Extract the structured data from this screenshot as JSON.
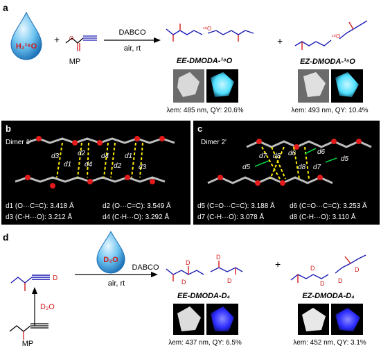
{
  "panels": {
    "a": {
      "letter": "a",
      "water": "H₂¹⁸O",
      "plus1": "+",
      "reagent": "MP",
      "conditions_top": "DABCO",
      "conditions_bottom": "air, rt",
      "product1": "EE-DMODA-¹⁸O",
      "product2": "EZ-DMODA-¹⁸O",
      "plus2": "+",
      "o18_label1": "¹⁸O",
      "o18_label2": "¹⁸O",
      "caption1": "λem: 485 nm, QY: 20.6%",
      "caption2": "λem: 493 nm, QY: 10.4%"
    },
    "b": {
      "letter": "b",
      "dimer": "Dimer 1'",
      "tags": [
        "d3",
        "d1",
        "d2",
        "d4",
        "d4",
        "d2",
        "d1",
        "d3"
      ],
      "rows": [
        "d1 (O···C=C): 3.418 Å",
        "d2 (O···C=C): 3.549 Å",
        "d3 (C-H···O): 3.212 Å",
        "d4 (C-H···O): 3.292 Å"
      ]
    },
    "c": {
      "letter": "c",
      "dimer": "Dimer 2'",
      "tags": [
        "d7",
        "d8",
        "d5",
        "d6",
        "d8",
        "d7",
        "d6",
        "d5"
      ],
      "rows": [
        "d5 (C=O···C=C): 3.188 Å",
        "d6 (C=O···C=C): 3.253 Å",
        "d7 (C-H···O): 3.078 Å",
        "d8 (C-H···O): 3.110 Å"
      ]
    },
    "d": {
      "letter": "d",
      "water": "D₂O",
      "arrow_reagent": "D₂O",
      "conditions_top": "DABCO",
      "conditions_bottom": "air, rt",
      "reagent": "MP",
      "deuterium": "D",
      "product1": "EE-DMODA-D₄",
      "product2": "EZ-DMODA-D₄",
      "plus": "+",
      "caption1": "λem: 437 nm, QY: 6.5%",
      "caption2": "λem: 452 nm, QY: 3.1%"
    }
  },
  "colors": {
    "blue": "#1a1ab4",
    "red": "#d11a1a",
    "crystal_bg": "#000000",
    "cyan_glow": "#4fe0ff",
    "violet_glow": "#3a3aff"
  }
}
